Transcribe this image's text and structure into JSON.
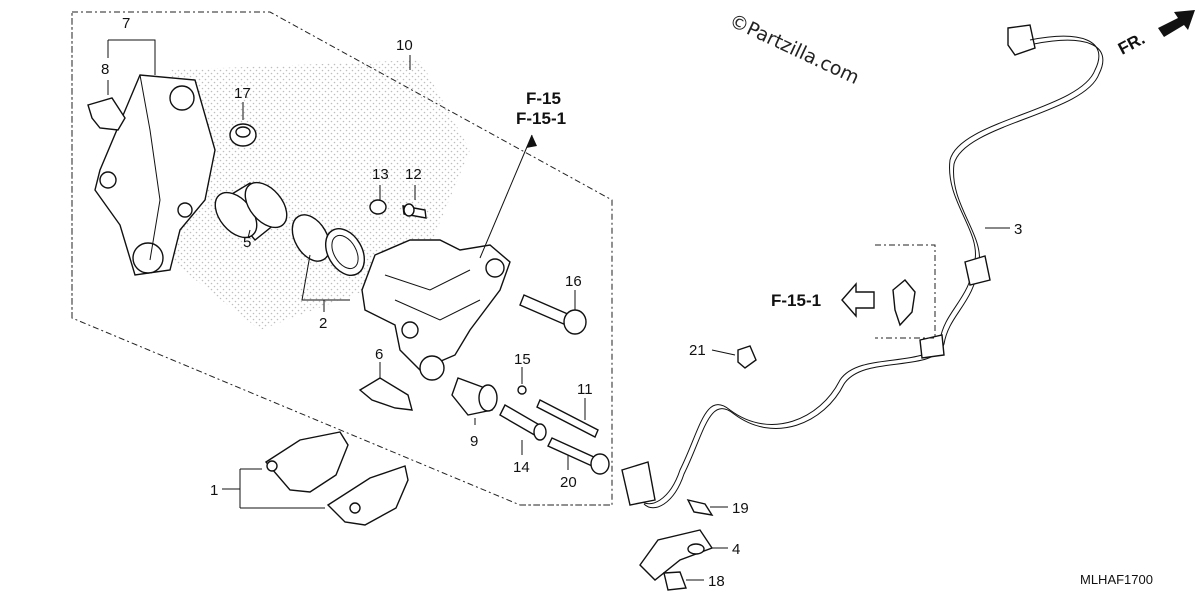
{
  "watermark": "©Partzilla.com",
  "direction": {
    "label": "FR."
  },
  "drawing_code": "MLHAF1700",
  "refs": {
    "f15": "F-15",
    "f151": "F-15-1",
    "f151_side": "F-15-1"
  },
  "callouts": {
    "n1": "1",
    "n2": "2",
    "n3": "3",
    "n4": "4",
    "n5": "5",
    "n6": "6",
    "n7": "7",
    "n8": "8",
    "n9": "9",
    "n10": "10",
    "n11": "11",
    "n12": "12",
    "n13": "13",
    "n14": "14",
    "n15": "15",
    "n16": "16",
    "n17": "17",
    "n18": "18",
    "n19": "19",
    "n20": "20",
    "n21": "21"
  }
}
